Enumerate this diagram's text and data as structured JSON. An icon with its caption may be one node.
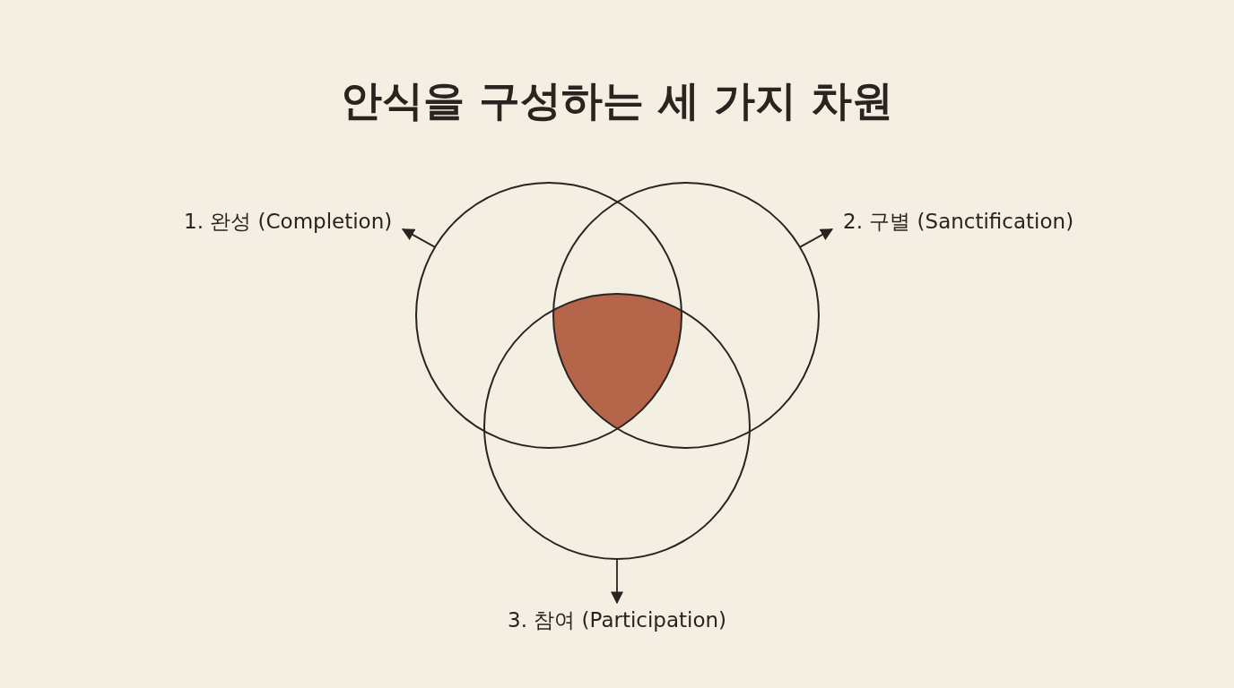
{
  "diagram": {
    "title": "안식을 구성하는 세 가지 차원",
    "nodes": [
      {
        "text": [],
        "shape": "circle"
      },
      {
        "text": [],
        "shape": "circle"
      },
      {
        "text": [],
        "shape": "circle"
      },
      {
        "text": [
          "1. 완성 (Completion)"
        ]
      },
      {
        "text": [
          "2. 구별 (Sanctification)"
        ]
      },
      {
        "text": [
          "3. 참여 (Participation)"
        ]
      },
      {
        "text": [],
        "shape": "region"
      }
    ],
    "edges": [
      {
        "from": 0,
        "to": 3,
        "arrow": "to"
      },
      {
        "from": 1,
        "to": 4,
        "arrow": "to"
      },
      {
        "from": 2,
        "to": 5,
        "arrow": "to"
      }
    ]
  }
}
